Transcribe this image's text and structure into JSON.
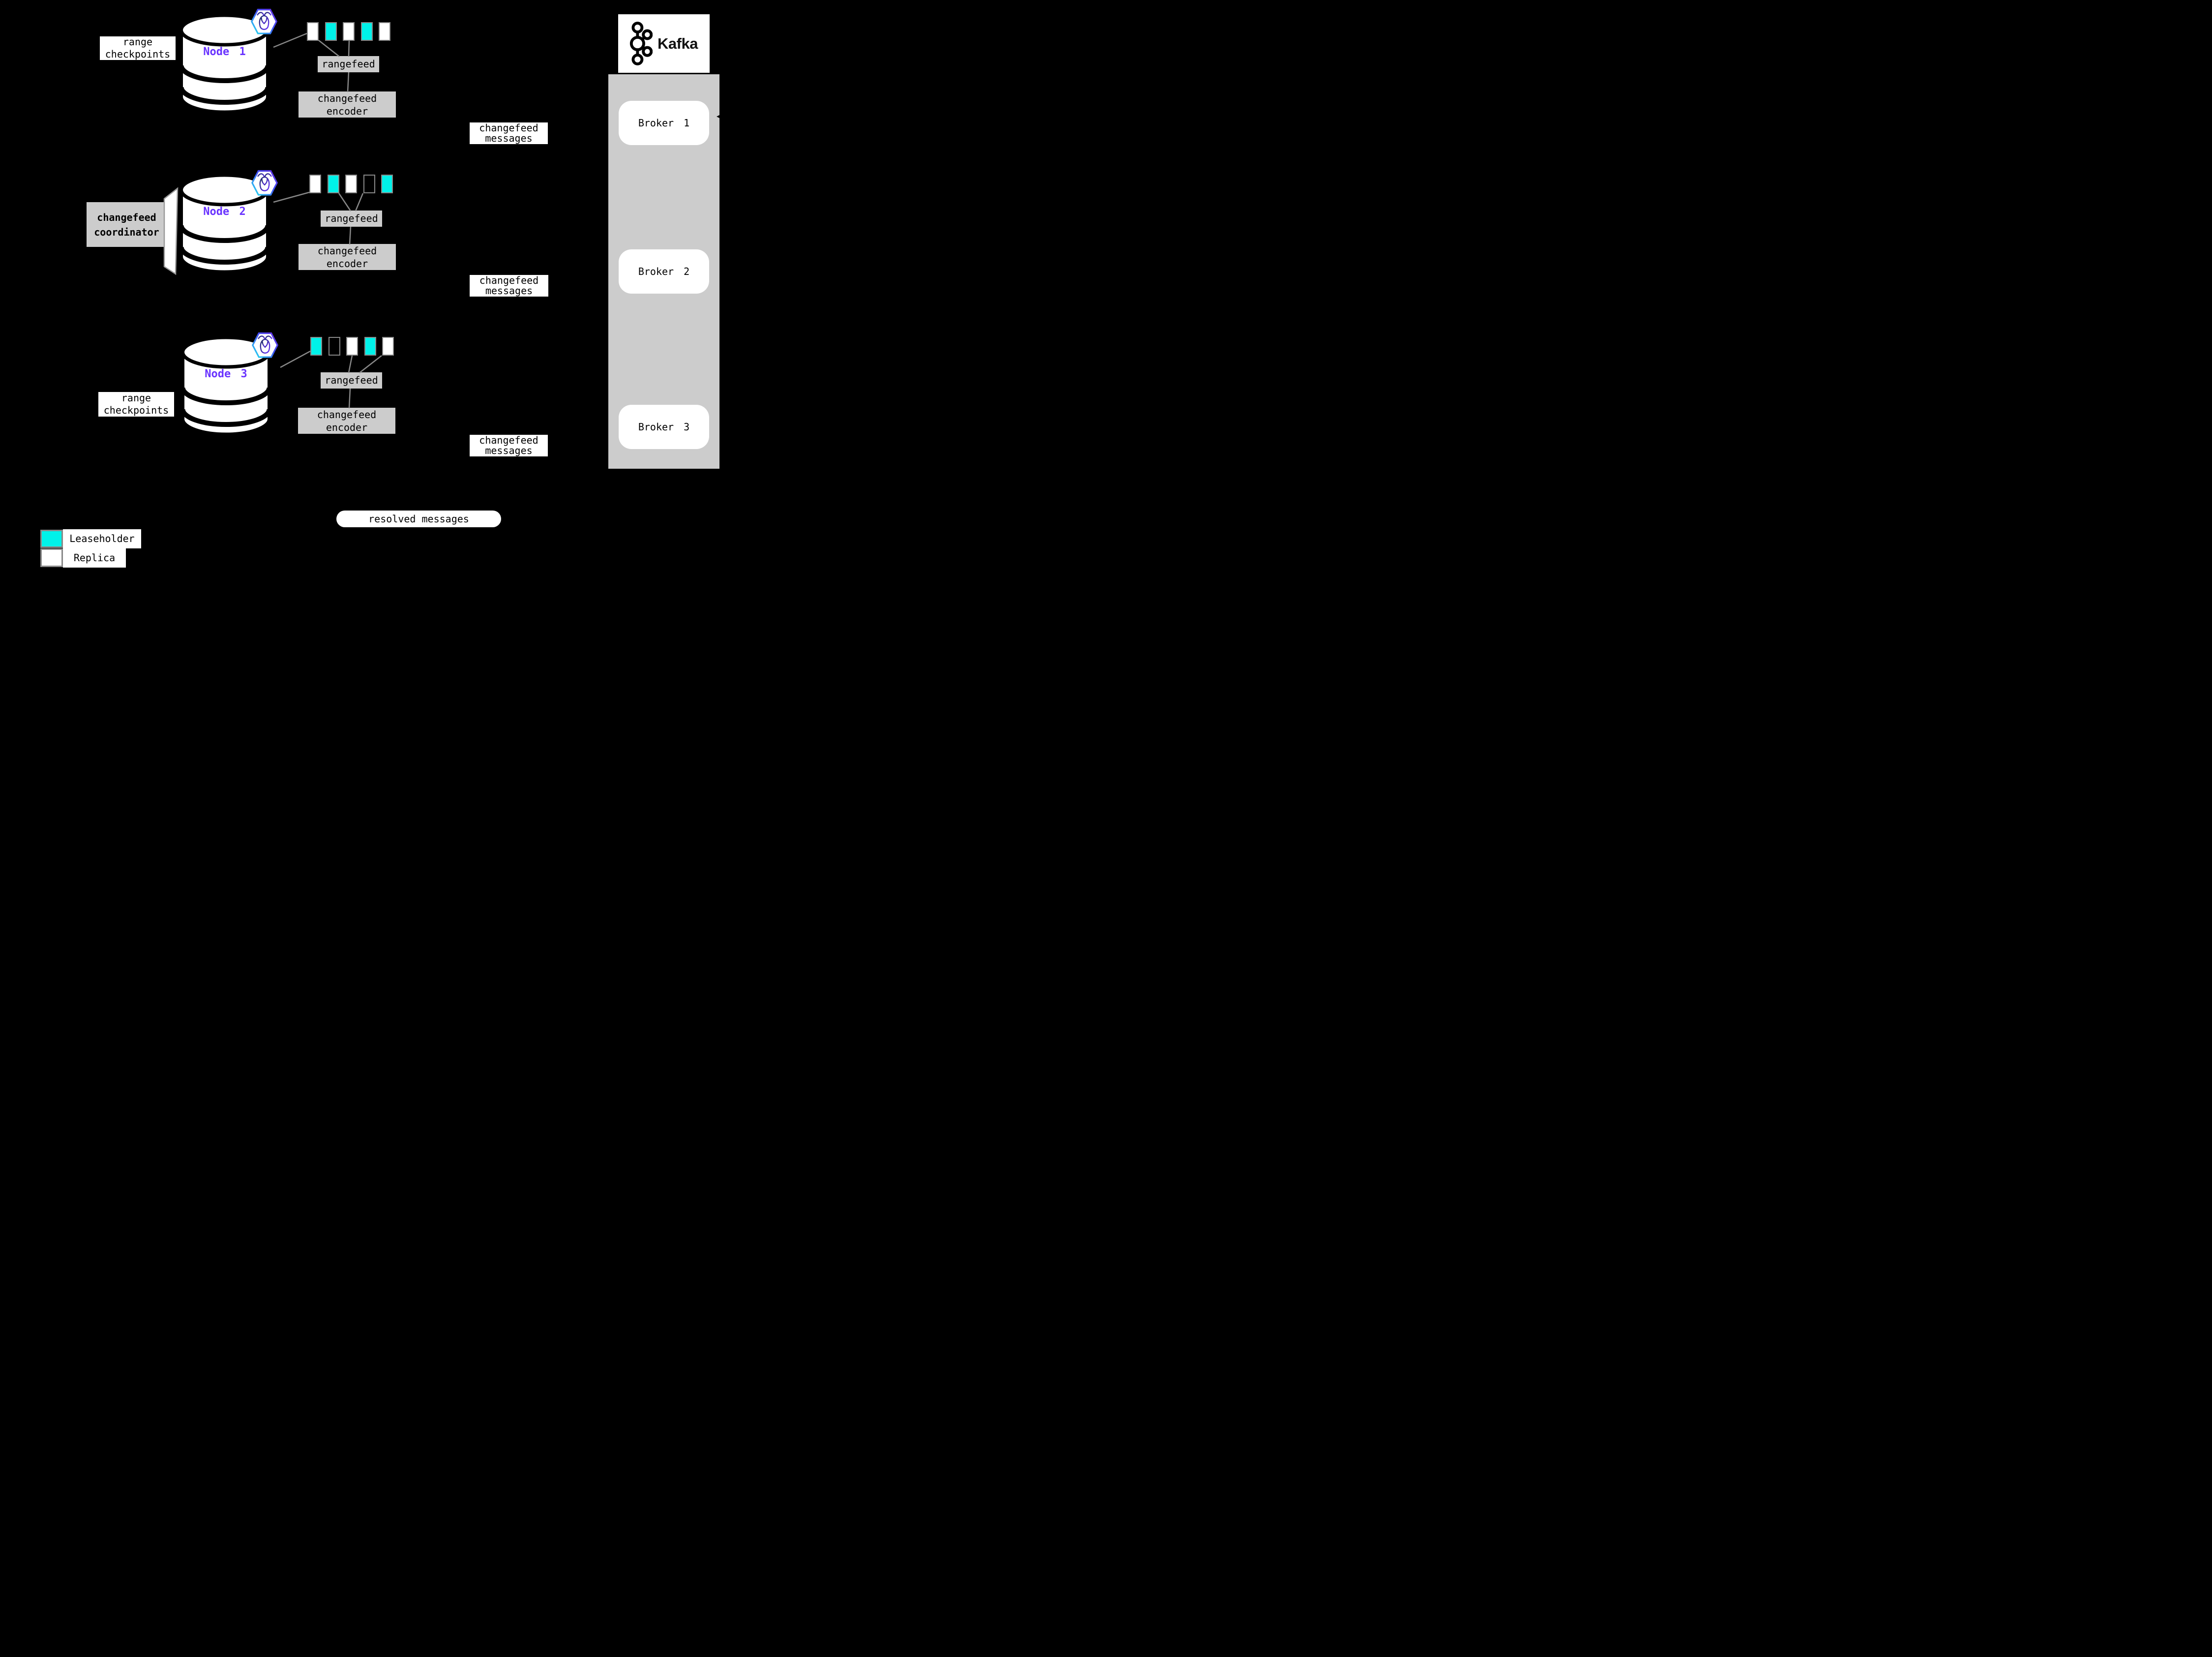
{
  "colors": {
    "background": "#000000",
    "leaseholder": "#00f2e9",
    "replica": "#ffffff",
    "empty": "transparent",
    "node_label_purple": "#6933ff",
    "box_gray": "#cccccc",
    "panel_gray": "#cccccc",
    "border_gray": "#888888",
    "line_gray": "#888888"
  },
  "labels": {
    "range_checkpoints": "range\ncheckpoints",
    "rangefeed": "rangefeed",
    "changefeed_encoder": "changefeed\nencoder",
    "changefeed_messages": "changefeed\nmessages",
    "changefeed_coordinator": "changefeed\ncoordinator",
    "resolved_messages": "resolved messages"
  },
  "nodes": [
    {
      "label": "Node 1",
      "ranges": [
        "replica",
        "leaseholder",
        "replica",
        "leaseholder",
        "replica"
      ]
    },
    {
      "label": "Node 2",
      "ranges": [
        "replica",
        "leaseholder",
        "replica",
        "empty",
        "leaseholder"
      ]
    },
    {
      "label": "Node 3",
      "ranges": [
        "leaseholder",
        "empty",
        "replica",
        "leaseholder",
        "replica"
      ]
    }
  ],
  "kafka": {
    "title": "Kafka",
    "brokers": [
      "Broker 1",
      "Broker 2",
      "Broker 3"
    ]
  },
  "legend": [
    {
      "label": "Leaseholder",
      "key": "leaseholder"
    },
    {
      "label": "Replica",
      "key": "replica"
    }
  ]
}
